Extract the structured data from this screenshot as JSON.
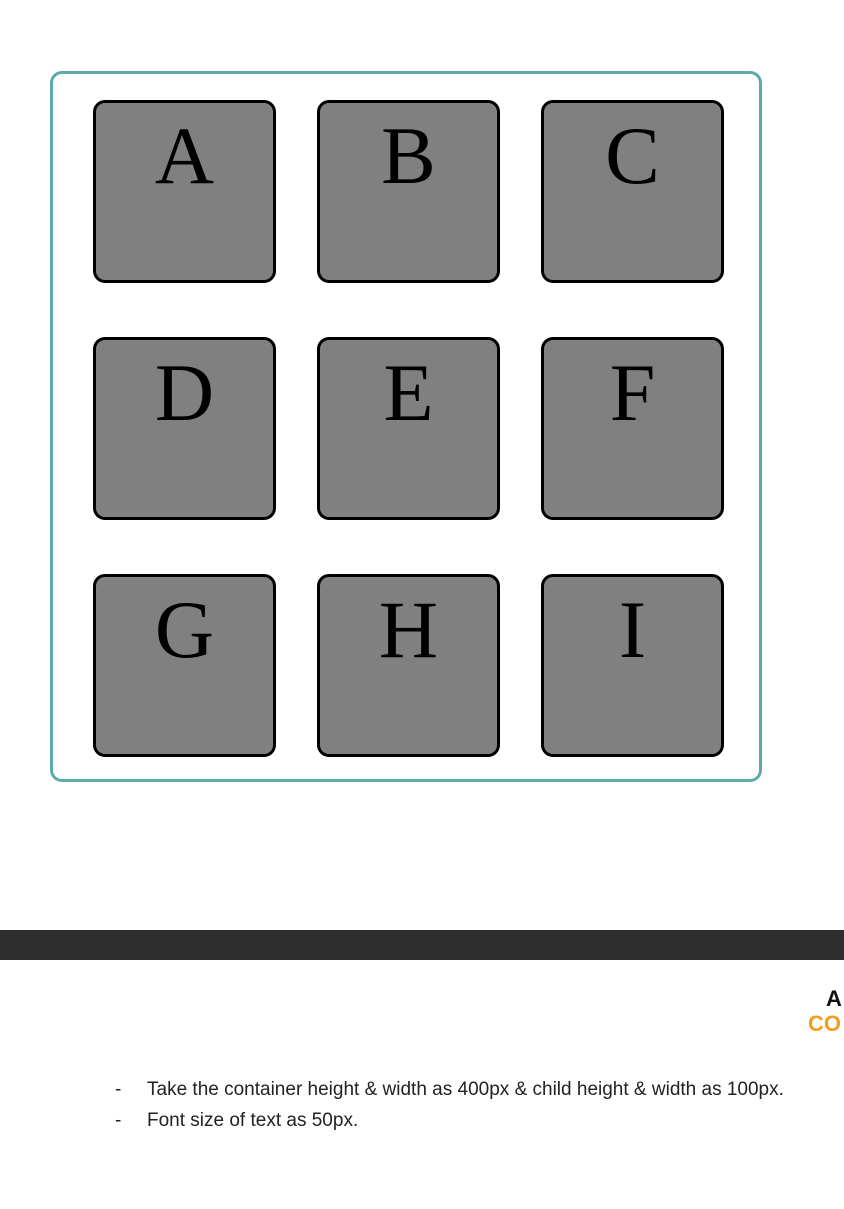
{
  "grid": {
    "cells": [
      "A",
      "B",
      "C",
      "D",
      "E",
      "F",
      "G",
      "H",
      "I"
    ]
  },
  "colors": {
    "container_border": "#5ea9a9",
    "cell_fill": "#808080",
    "cell_border": "#000000",
    "bar": "#2e2e2e",
    "logo_accent": "#f0a020"
  },
  "logo": {
    "line1": "A",
    "line2": "CO"
  },
  "instructions": [
    {
      "bullet": "-",
      "text": "Take the container height & width as 400px & child height & width as 100px."
    },
    {
      "bullet": "-",
      "text": "Font size of text as 50px."
    }
  ]
}
